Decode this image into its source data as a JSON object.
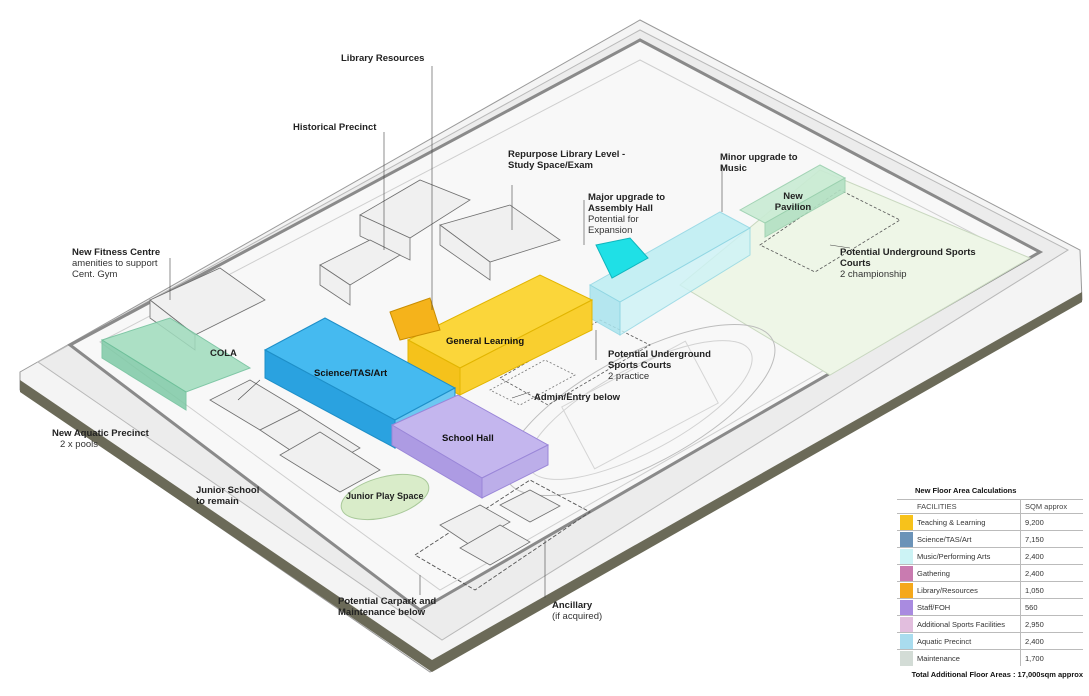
{
  "labels": {
    "library_resources": {
      "title": "Library Resources"
    },
    "historical_precinct": {
      "title": "Historical Precinct"
    },
    "repurpose_library": {
      "title": "Repurpose Library Level - Study Space/Exam"
    },
    "minor_upgrade_music": {
      "title": "Minor upgrade to Music"
    },
    "major_upgrade_assembly": {
      "title": "Major upgrade to Assembly Hall",
      "sub": "Potential for Expansion"
    },
    "new_pavilion": {
      "title": "New Pavilion"
    },
    "potential_underground_championship": {
      "title": "Potential Underground Sports Courts",
      "sub": "2 championship"
    },
    "new_fitness_centre": {
      "title": "New Fitness Centre",
      "sub": "amenities to support Cent. Gym"
    },
    "cola": {
      "title": "COLA"
    },
    "general_learning": {
      "title": "General Learning"
    },
    "science_tas_art": {
      "title": "Science/TAS/Art"
    },
    "potential_underground_practice": {
      "title": "Potential Underground Sports Courts",
      "sub": "2 practice"
    },
    "admin_entry": {
      "title": "Admin/Entry below"
    },
    "new_aquatic": {
      "title": "New Aquatic Precinct",
      "sub": "2 x pools"
    },
    "school_hall": {
      "title": "School Hall"
    },
    "junior_school": {
      "title": "Junior School to remain"
    },
    "junior_play": {
      "title": "Junior Play Space"
    },
    "carpark": {
      "title": "Potential Carpark and Maintenance below"
    },
    "ancillary": {
      "title": "Ancillary",
      "sub": "(if acquired)"
    }
  },
  "legend": {
    "title": "New Floor Area Calculations",
    "col_facilities": "FACILITIES",
    "col_sqm": "SQM approx",
    "rows": [
      {
        "name": "Teaching & Learning",
        "value": "9,200",
        "color": "#f7c21b"
      },
      {
        "name": "Science/TAS/Art",
        "value": "7,150",
        "color": "#6b93b8"
      },
      {
        "name": "Music/Performing Arts",
        "value": "2,400",
        "color": "#ccf3f5"
      },
      {
        "name": "Gathering",
        "value": "2,400",
        "color": "#c97bb0"
      },
      {
        "name": "Library/Resources",
        "value": "1,050",
        "color": "#f5a81b"
      },
      {
        "name": "Staff/FOH",
        "value": "560",
        "color": "#a98be0"
      },
      {
        "name": "Additional Sports Facilities",
        "value": "2,950",
        "color": "#e2bede"
      },
      {
        "name": "Aquatic Precinct",
        "value": "2,400",
        "color": "#a9dcee"
      },
      {
        "name": "Maintenance",
        "value": "1,700",
        "color": "#d3dcd6"
      }
    ],
    "total": "Total Additional Floor Areas : 17,000sqm approx"
  }
}
